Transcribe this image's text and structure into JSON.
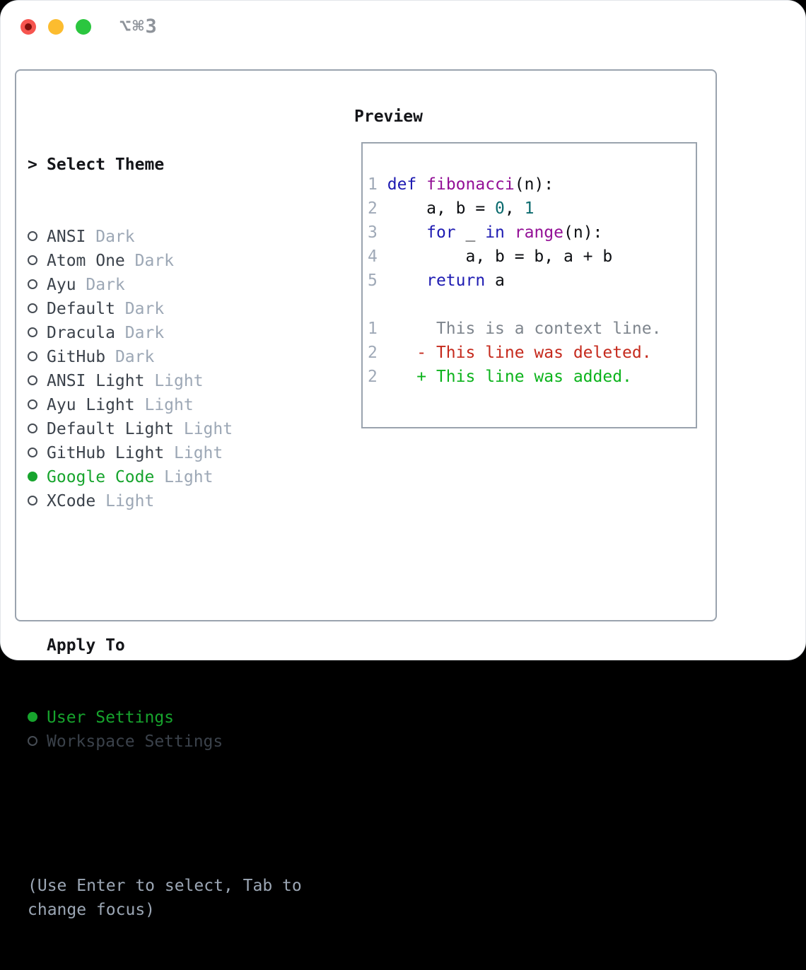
{
  "window": {
    "title": "⌥⌘3"
  },
  "colors": {
    "selected_green": "#17a42d",
    "added_green": "#0cb31c",
    "deleted_red": "#c52a1d",
    "keyword_blue": "#1e1bb2",
    "type_purple": "#930f96",
    "literal_teal": "#0b6b6e",
    "muted_gray": "#9ca7b5",
    "panel_border": "#9aa3ae",
    "traffic_red": "#f6554f",
    "traffic_yellow": "#fcbc2f",
    "traffic_green": "#2bc63f"
  },
  "theme_list": {
    "header_prefix": ">",
    "header": "Select Theme",
    "items": [
      {
        "name": "ANSI",
        "variant": "Dark",
        "selected": false
      },
      {
        "name": "Atom One",
        "variant": "Dark",
        "selected": false
      },
      {
        "name": "Ayu",
        "variant": "Dark",
        "selected": false
      },
      {
        "name": "Default",
        "variant": "Dark",
        "selected": false
      },
      {
        "name": "Dracula",
        "variant": "Dark",
        "selected": false
      },
      {
        "name": "GitHub",
        "variant": "Dark",
        "selected": false
      },
      {
        "name": "ANSI Light",
        "variant": "Light",
        "selected": false
      },
      {
        "name": "Ayu Light",
        "variant": "Light",
        "selected": false
      },
      {
        "name": "Default Light",
        "variant": "Light",
        "selected": false
      },
      {
        "name": "GitHub Light",
        "variant": "Light",
        "selected": false
      },
      {
        "name": "Google Code",
        "variant": "Light",
        "selected": true
      },
      {
        "name": "XCode",
        "variant": "Light",
        "selected": false
      }
    ]
  },
  "apply_to": {
    "header": "Apply To",
    "options": [
      {
        "label": "User Settings",
        "selected": true
      },
      {
        "label": "Workspace Settings",
        "selected": false
      }
    ]
  },
  "footer": {
    "lines": [
      "(Use Enter to select, Tab to",
      "change focus)"
    ]
  },
  "preview": {
    "header": "Preview",
    "code_lines": [
      {
        "num": "1",
        "tokens": [
          {
            "t": "def",
            "c": "kw"
          },
          {
            "t": " ",
            "c": "pl"
          },
          {
            "t": "fibonacci",
            "c": "ty"
          },
          {
            "t": "(n):",
            "c": "pl"
          }
        ]
      },
      {
        "num": "2",
        "tokens": [
          {
            "t": "    a, b = ",
            "c": "pl"
          },
          {
            "t": "0",
            "c": "lit"
          },
          {
            "t": ", ",
            "c": "pl"
          },
          {
            "t": "1",
            "c": "lit"
          }
        ]
      },
      {
        "num": "3",
        "tokens": [
          {
            "t": "    ",
            "c": "pl"
          },
          {
            "t": "for",
            "c": "kw"
          },
          {
            "t": " _ ",
            "c": "pl"
          },
          {
            "t": "in",
            "c": "kw"
          },
          {
            "t": " ",
            "c": "pl"
          },
          {
            "t": "range",
            "c": "ty"
          },
          {
            "t": "(n):",
            "c": "pl"
          }
        ]
      },
      {
        "num": "4",
        "tokens": [
          {
            "t": "        a, b = b, a + b",
            "c": "pl"
          }
        ]
      },
      {
        "num": "5",
        "tokens": [
          {
            "t": "    ",
            "c": "pl"
          },
          {
            "t": "return",
            "c": "kw"
          },
          {
            "t": " a",
            "c": "pl"
          }
        ]
      },
      {
        "num": "",
        "tokens": []
      },
      {
        "num": "1",
        "tokens": [
          {
            "t": "     This is a context line.",
            "c": "ctx"
          }
        ]
      },
      {
        "num": "2",
        "tokens": [
          {
            "t": "   - This line was deleted.",
            "c": "del"
          }
        ]
      },
      {
        "num": "2",
        "tokens": [
          {
            "t": "   + This line was added.",
            "c": "add"
          }
        ]
      }
    ]
  }
}
